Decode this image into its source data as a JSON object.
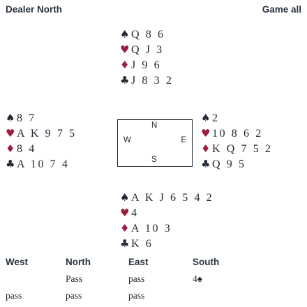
{
  "header": {
    "dealer": "Dealer North",
    "vulnerability": "Game all"
  },
  "suit_symbols": {
    "spade": "♠",
    "heart": "♥",
    "diamond": "♦",
    "club": "♣"
  },
  "colors": {
    "black_suits": "#232a35",
    "red_suits": "#9d1d3e"
  },
  "hands": {
    "north": {
      "spades": "Q 8 6",
      "hearts": "Q J 3",
      "diamonds": "J 9 6",
      "clubs": "J 8 3 2"
    },
    "west": {
      "spades": "8 7",
      "hearts": "A K 9 7 5",
      "diamonds": "8 4",
      "clubs": "A 10 7 4"
    },
    "east": {
      "spades": "2",
      "hearts": "10 8 6 2",
      "diamonds": "K Q 7 5 2",
      "clubs": "Q 9 5"
    },
    "south": {
      "spades": "A K J 6 5 4 2",
      "hearts": "4",
      "diamonds": "A 10 3",
      "clubs": "K 6"
    }
  },
  "compass": {
    "n": "N",
    "s": "S",
    "w": "W",
    "e": "E"
  },
  "auction": {
    "headers": [
      "West",
      "North",
      "East",
      "South"
    ],
    "rows": [
      [
        "",
        "Pass",
        "pass",
        "4♠"
      ],
      [
        "pass",
        "pass",
        "pass",
        ""
      ]
    ]
  }
}
